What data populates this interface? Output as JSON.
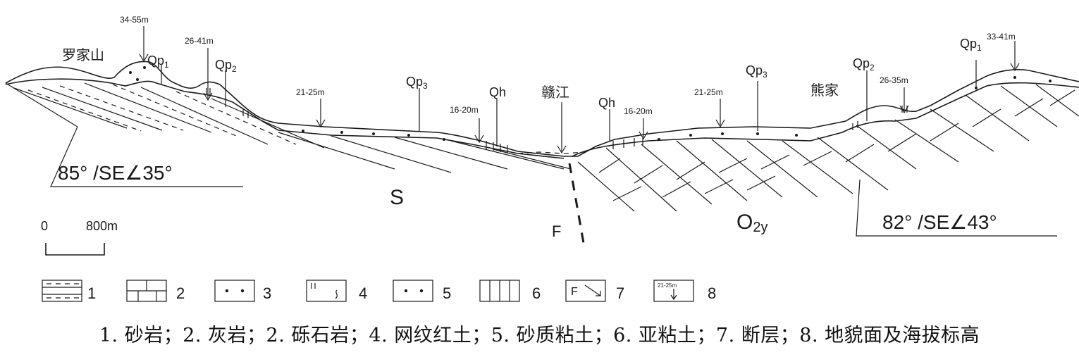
{
  "places": {
    "luojiashan": "罗家山",
    "ganjiang": "赣江",
    "xiongjia": "熊家"
  },
  "units": {
    "qp1_left": "Qp",
    "qp1_left_sub": "1",
    "qp2_left": "Qp",
    "qp2_left_sub": "2",
    "qp3_left": "Qp",
    "qp3_left_sub": "3",
    "qh_left": "Qh",
    "qh_right": "Qh",
    "qp3_right": "Qp",
    "qp3_right_sub": "3",
    "qp2_right": "Qp",
    "qp2_right_sub": "2",
    "qp1_right": "Qp",
    "qp1_right_sub": "1",
    "strata_s": "S",
    "strata_o": "O",
    "strata_o_sub": "2y",
    "fault": "F"
  },
  "elevations": {
    "e1": "34-55m",
    "e2": "26-41m",
    "e3": "21-25m",
    "e4": "16-20m",
    "e5": "16-20m",
    "e6": "21-25m",
    "e7": "26-35m",
    "e8": "33-41m"
  },
  "attitudes": {
    "left": "85° /SE∠35°",
    "right": "82° /SE∠43°"
  },
  "scale": {
    "zero": "0",
    "length": "800m"
  },
  "legend": {
    "n1": "1",
    "n2": "2",
    "n3": "3",
    "n4": "4",
    "n5": "5",
    "n6": "6",
    "n7": "7",
    "n8": "8",
    "fault_glyph": "F",
    "elev_glyph": "21-25m"
  },
  "caption": "1. 砂岩；2. 灰岩；2. 砾石岩；4. 网纹红土；5. 砂质粘土；6. 亚粘土；7. 断层；8. 地貌面及海拔标高"
}
